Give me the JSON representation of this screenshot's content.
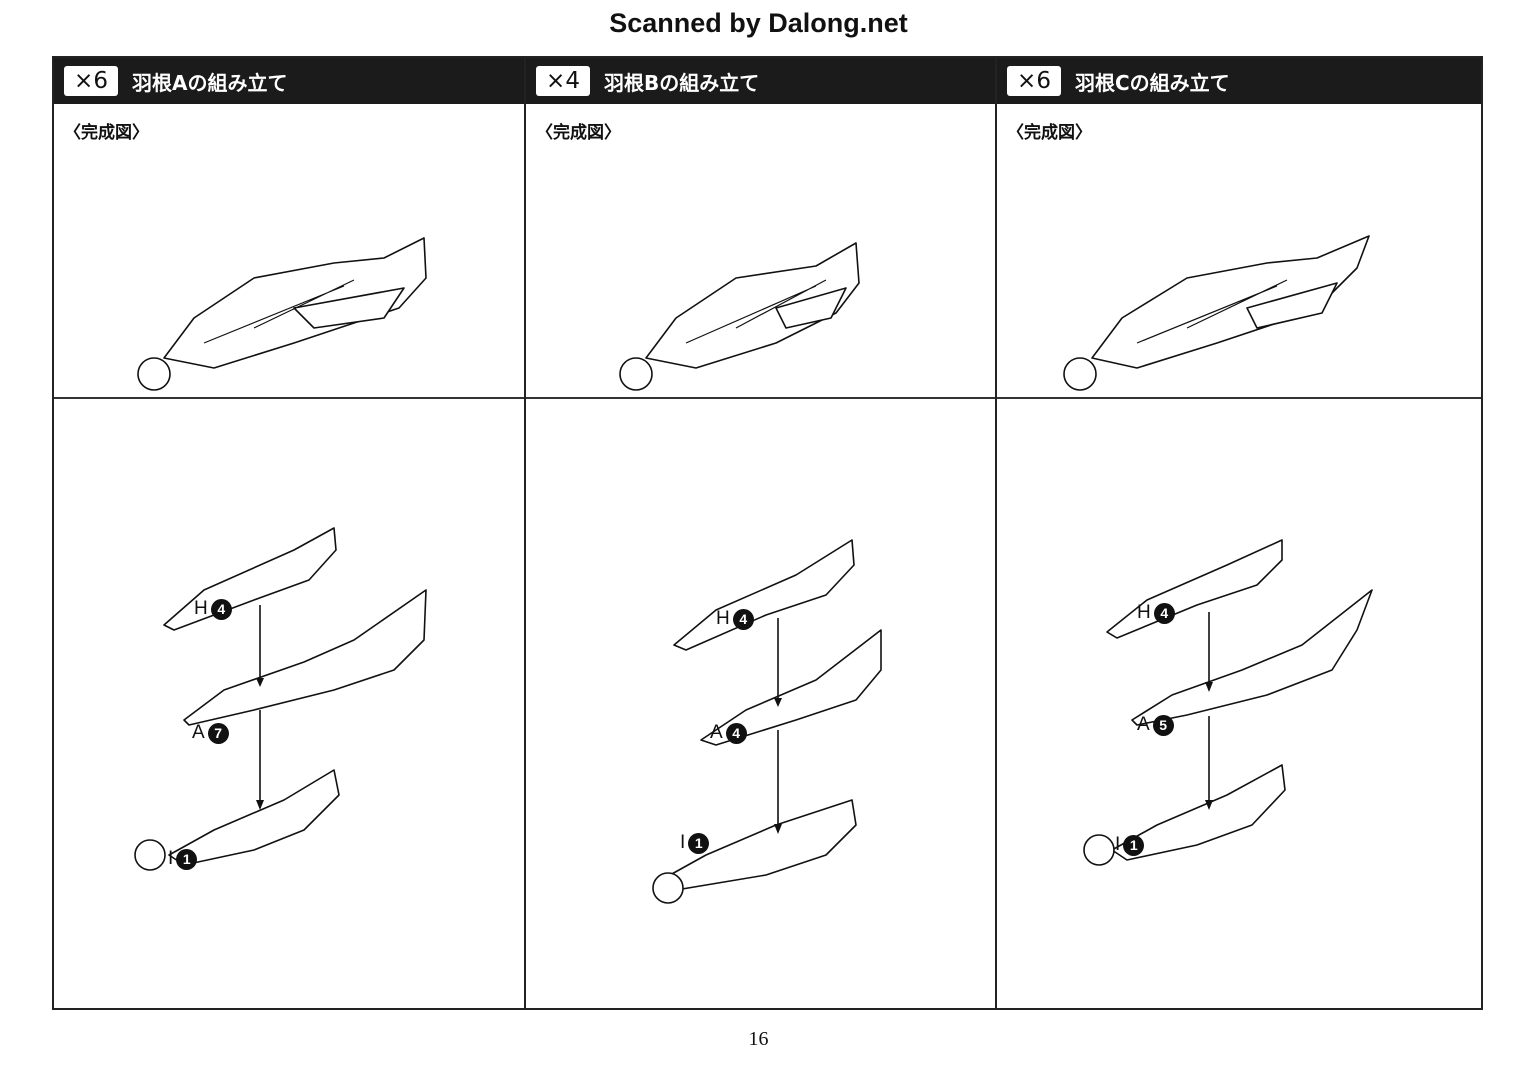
{
  "scan_header": "Scanned by Dalong.net",
  "panels": [
    {
      "multiplier": "×6",
      "title": "羽根Aの組み立て",
      "completed_label": "〈完成図〉",
      "parts": [
        {
          "letter": "H",
          "number": "4"
        },
        {
          "letter": "A",
          "number": "7"
        },
        {
          "letter": "I",
          "number": "1"
        }
      ]
    },
    {
      "multiplier": "×4",
      "title": "羽根Bの組み立て",
      "completed_label": "〈完成図〉",
      "parts": [
        {
          "letter": "H",
          "number": "4"
        },
        {
          "letter": "A",
          "number": "4"
        },
        {
          "letter": "I",
          "number": "1"
        }
      ]
    },
    {
      "multiplier": "×6",
      "title": "羽根Cの組み立て",
      "completed_label": "〈完成図〉",
      "parts": [
        {
          "letter": "H",
          "number": "4"
        },
        {
          "letter": "A",
          "number": "5"
        },
        {
          "letter": "I",
          "number": "1"
        }
      ]
    }
  ],
  "page_number": "16"
}
